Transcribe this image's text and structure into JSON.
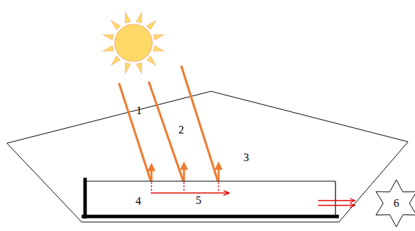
{
  "diagram": {
    "nodes": [
      {
        "text": [
          "6"
        ]
      }
    ],
    "edges": [],
    "labels": [
      "1",
      "2",
      "3",
      "4",
      "5"
    ]
  }
}
